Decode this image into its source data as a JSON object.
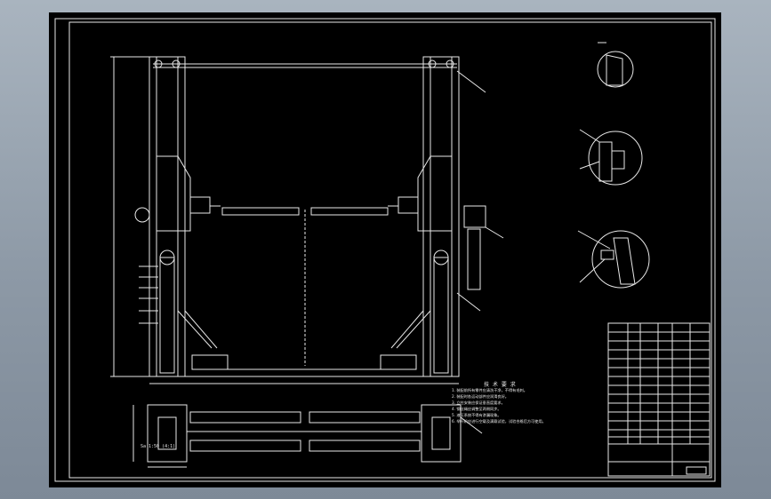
{
  "viewer": {
    "background_color": "#8d99a6",
    "sheet_color": "#000000",
    "line_color": "#e8e8e8"
  },
  "drawing": {
    "technical_notes_title": "技 术 要 求",
    "technical_notes": [
      "1. 装配前所有零件应清洗干净，不得有毛刺。",
      "2. 装配时各运动部件应润滑良好。",
      "3. 立柱安装应保证垂直度要求。",
      "4. 钢丝绳应调整至两侧同步。",
      "5. 液压系统不得有渗漏现象。",
      "6. 举升机应进行空载及满载试验，试验合格后方可使用。"
    ],
    "scale_note": "Sa 1:50 (4:1)"
  }
}
